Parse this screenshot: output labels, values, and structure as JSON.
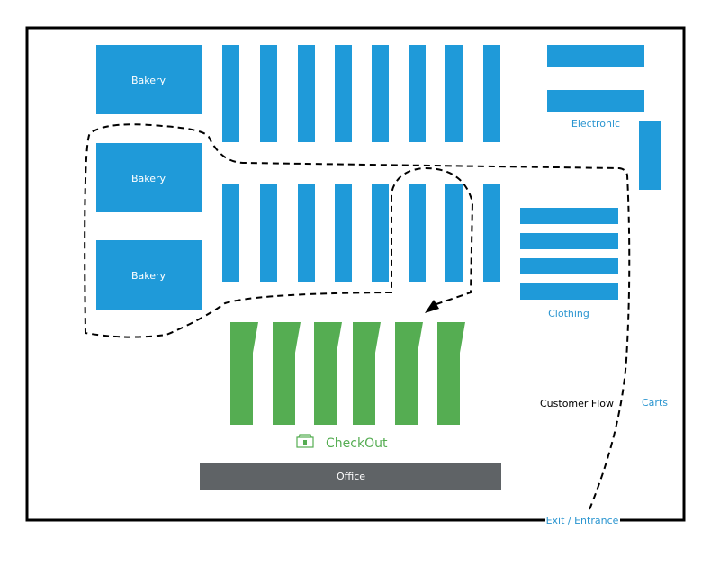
{
  "colors": {
    "shelf": "#1f9ad9",
    "checkout": "#55ad52",
    "office": "#5f6366",
    "label_blue": "#2a95d0",
    "flow": "#000000"
  },
  "labels": {
    "bakery": [
      "Bakery",
      "Bakery",
      "Bakery"
    ],
    "electronic": "Electronic",
    "clothing": "Clothing",
    "checkout": "CheckOut",
    "office": "Office",
    "customer_flow": "Customer Flow",
    "carts": "Carts",
    "exit_entrance": "Exit / Entrance"
  },
  "icons": {
    "checkout": "cash-register-icon"
  }
}
